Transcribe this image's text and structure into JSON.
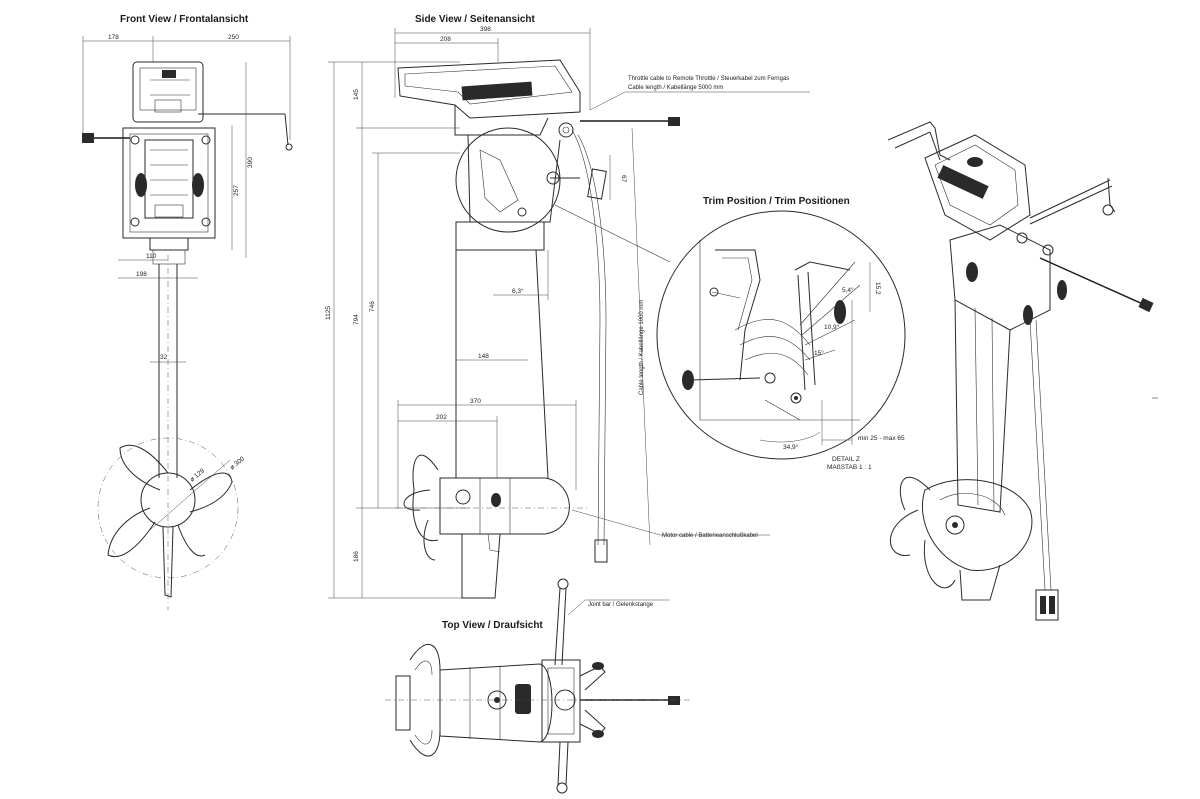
{
  "views": {
    "front": {
      "title": "Front View / Frontalansicht"
    },
    "side": {
      "title": "Side View / Seitenansicht"
    },
    "trim": {
      "title": "Trim Position / Trim Positionen"
    },
    "top": {
      "title": "Top View / Draufsicht"
    }
  },
  "detail": {
    "line1": "DETAIL Z",
    "line2": "MAßSTAB 1 : 1"
  },
  "callouts": {
    "throttle_cable": "Throttle cable to Remote Throttle / Steuerkabel zum Ferngas",
    "throttle_length": "Cable length / Kabellänge 5000 mm",
    "motor_cable": "Motor cable / Batterieanschlußkabel",
    "motor_cable_length": "Cable length / Kabellänge 1000 mm",
    "joint_bar": "Joint bar / Gelenkstange"
  },
  "dimensions": {
    "front": {
      "d178": "178",
      "d250": "250",
      "d390": "390",
      "d257": "257",
      "d110": "110",
      "d198": "198",
      "d32": "32",
      "d129": "ø 129",
      "d300": "ø 300"
    },
    "side": {
      "d398": "398",
      "d208": "208",
      "d145": "145",
      "d67": "67",
      "d1125": "1125",
      "d794": "794",
      "d746": "746",
      "a63": "6,3°",
      "d148": "148",
      "d370": "370",
      "d202": "202",
      "d186": "186"
    },
    "trim": {
      "a54": "5,4°",
      "d152": "15,2",
      "a109": "10,9°",
      "a15": "15°",
      "a349": "34,9°",
      "minmax": "min 25 - max 65"
    }
  }
}
